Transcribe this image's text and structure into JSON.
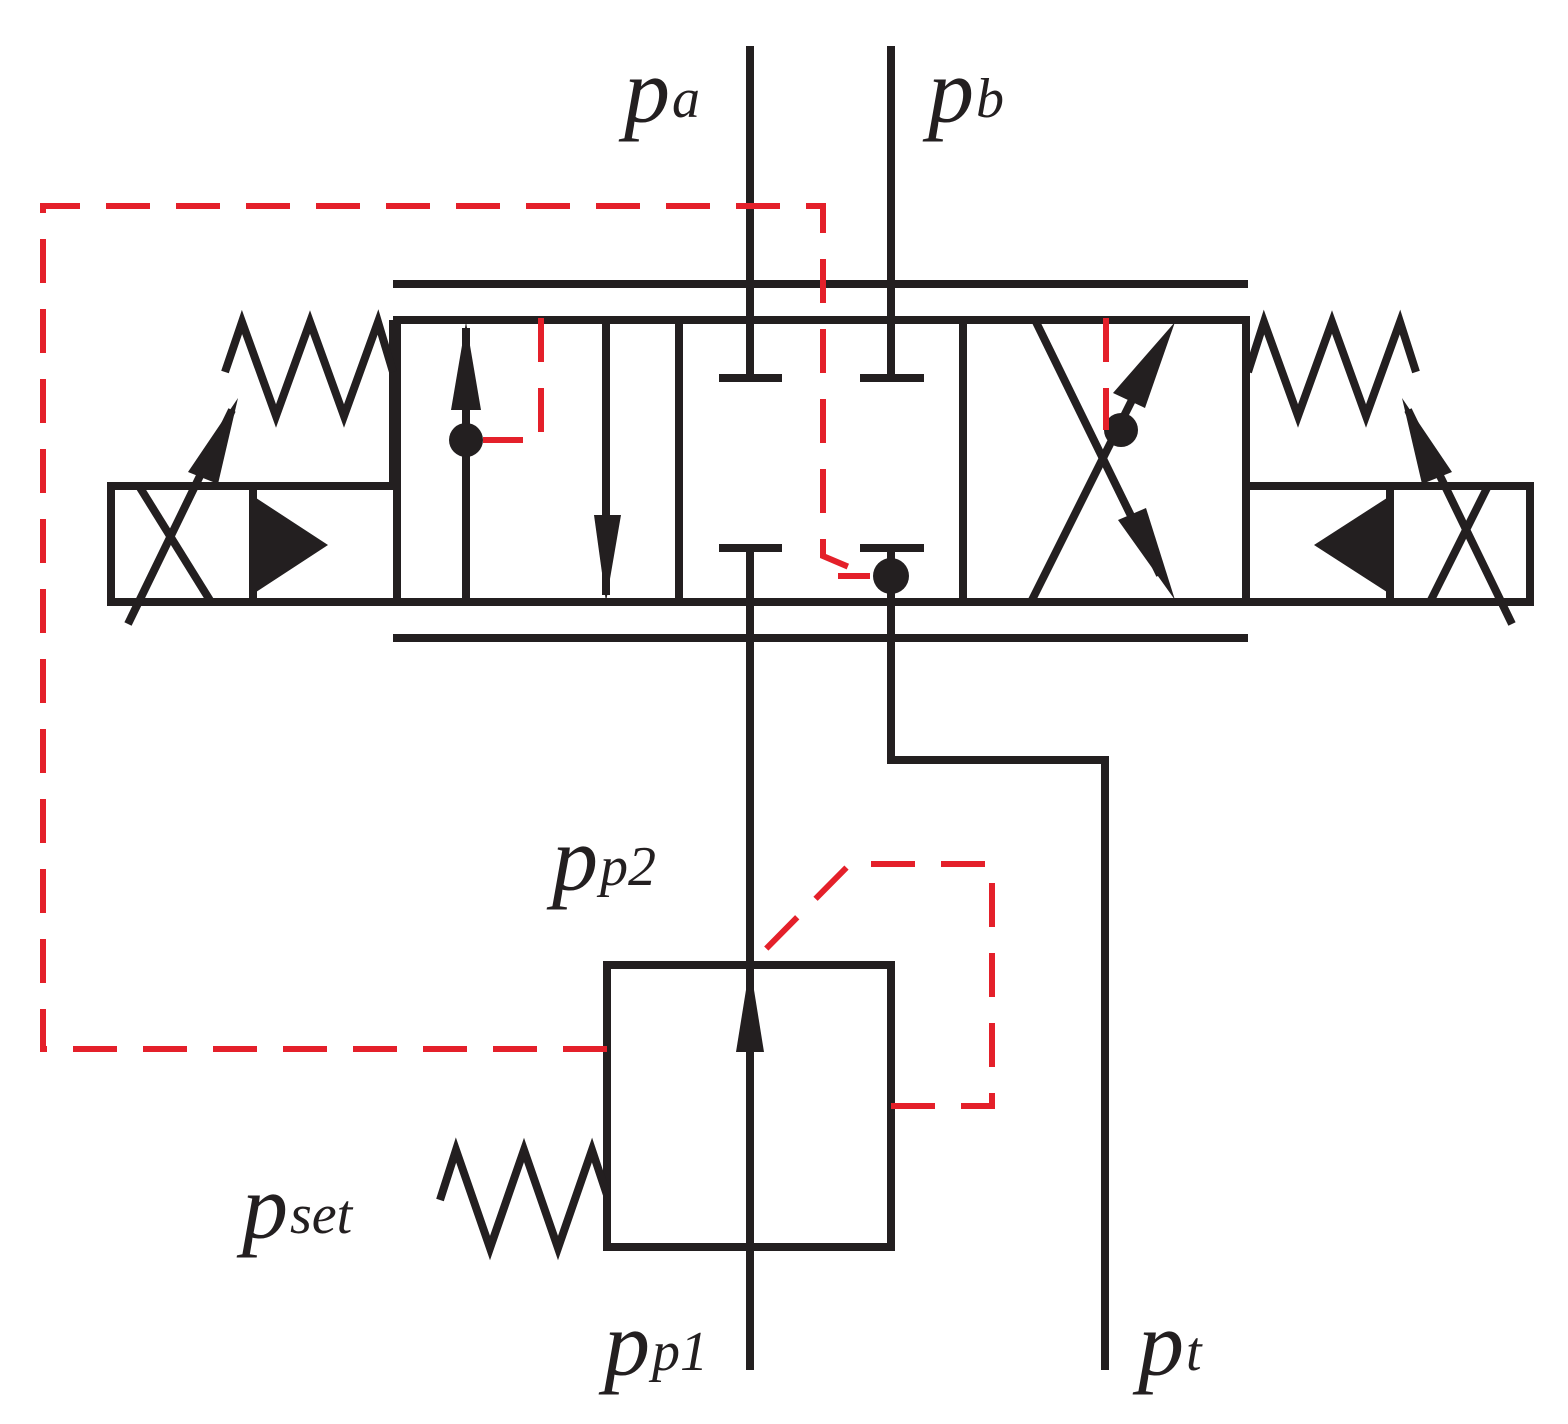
{
  "labels": {
    "pa": {
      "main": "p",
      "sub": "a"
    },
    "pb": {
      "main": "p",
      "sub": "b"
    },
    "pp2": {
      "main": "p",
      "sub": "p2"
    },
    "pset": {
      "main": "p",
      "sub": "set"
    },
    "pp1": {
      "main": "p",
      "sub": "p1"
    },
    "pt": {
      "main": "p",
      "sub": "t"
    }
  },
  "colors": {
    "line": "#231f20",
    "pilot": "#e4202a",
    "background": "#ffffff"
  }
}
